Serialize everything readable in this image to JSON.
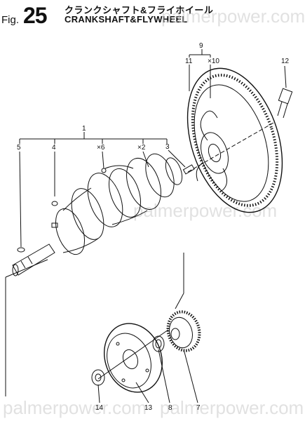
{
  "header": {
    "fig_label": "Fig.",
    "fig_number": "25",
    "title_jp": "クランクシャフト&フライホイール",
    "title_en": "CRANKSHAFT&FLYWHEEL"
  },
  "watermarks": [
    "palmerpower.com",
    "palmerpower.com",
    "palmerpower.com",
    "palmerpower.com"
  ],
  "callouts": {
    "c1": "1",
    "c2": "×2",
    "c3": "3",
    "c4": "4",
    "c5": "5",
    "c6": "×6",
    "c7": "7",
    "c8": "8",
    "c9": "9",
    "c10": "×10",
    "c11": "11",
    "c12": "12",
    "c13": "13",
    "c14": "14"
  }
}
